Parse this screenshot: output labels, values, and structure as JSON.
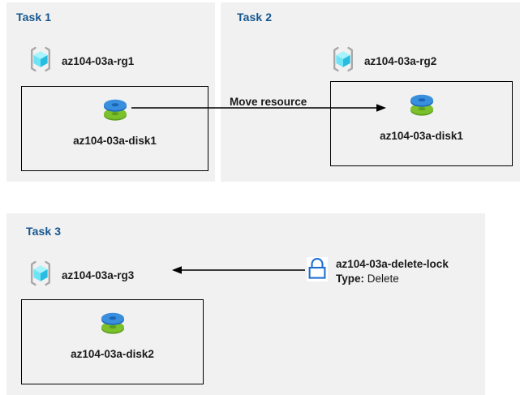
{
  "diagram": {
    "title_color": "#14558f",
    "panel_bg": "#f1f1f1",
    "accent_lock_color": "#1f6fd0",
    "tasks": [
      {
        "label": "Task 1",
        "resource_group": {
          "icon": "resource-group-icon",
          "name": "az104-03a-rg1"
        },
        "resource": {
          "icon": "managed-disk-icon",
          "name": "az104-03a-disk1"
        }
      },
      {
        "label": "Task 2",
        "resource_group": {
          "icon": "resource-group-icon",
          "name": "az104-03a-rg2"
        },
        "resource": {
          "icon": "managed-disk-icon",
          "name": "az104-03a-disk1"
        }
      },
      {
        "label": "Task 3",
        "resource_group": {
          "icon": "resource-group-icon",
          "name": "az104-03a-rg3"
        },
        "resource": {
          "icon": "managed-disk-icon",
          "name": "az104-03a-disk2"
        }
      }
    ],
    "connectors": [
      {
        "name": "move-resource-arrow",
        "caption": "Move resource",
        "direction": "right"
      },
      {
        "name": "lock-applies-arrow",
        "caption": "",
        "direction": "left"
      }
    ],
    "lock": {
      "icon": "lock-icon",
      "name": "az104-03a-delete-lock",
      "type_label": "Type:",
      "type_value": "Delete"
    }
  }
}
